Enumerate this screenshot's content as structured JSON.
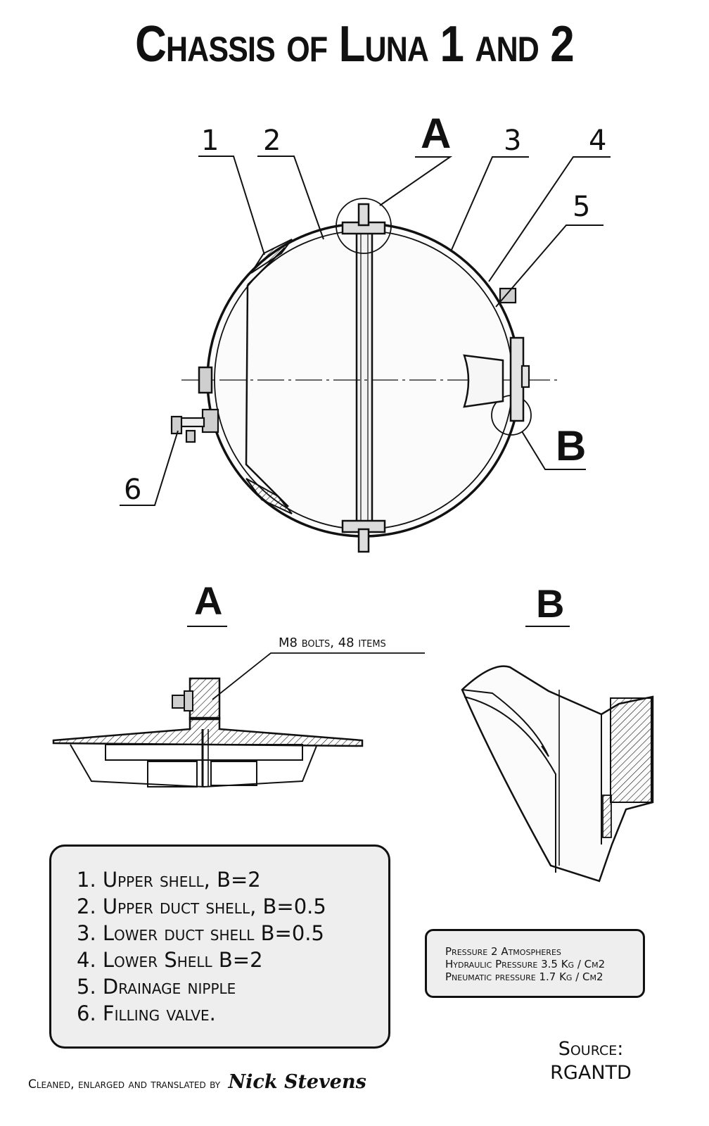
{
  "title": "Chassis of Luna 1 and 2",
  "callouts": {
    "c1": "1",
    "c2": "2",
    "c3": "3",
    "c4": "4",
    "c5": "5",
    "c6": "6",
    "a": "A",
    "b": "B"
  },
  "details": {
    "a_label": "A",
    "b_label": "B",
    "bolt_note": "M8 bolts, 48 items"
  },
  "legend": {
    "items": [
      "1. Upper shell, B=2",
      "2. Upper duct shell, B=0.5",
      "3. Lower duct shell B=0.5",
      "4. Lower Shell B=2",
      "5. Drainage nipple",
      "6. Filling valve."
    ]
  },
  "pressure": {
    "lines": [
      "Pressure 2 Atmospheres",
      "Hydraulic Pressure 3.5 Kg / Cm2",
      "Pneumatic pressure 1.7 Kg / Cm2"
    ]
  },
  "credit": {
    "text": "Cleaned, enlarged and translated by",
    "signature": "Nick Stevens"
  },
  "source": {
    "label": "Source:",
    "value": "RGANTD"
  }
}
